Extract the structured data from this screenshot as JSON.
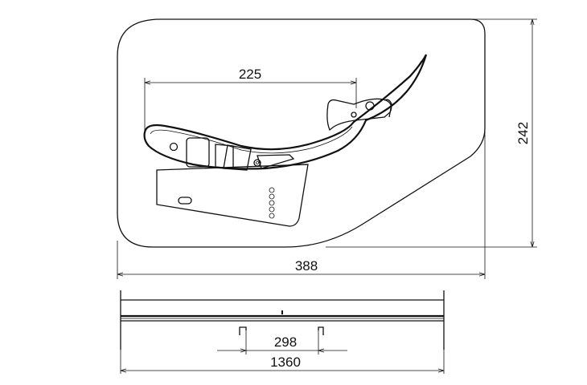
{
  "drawing": {
    "colors": {
      "line": "#111111",
      "background": "#ffffff"
    },
    "dimensions": {
      "width_top": "388",
      "height_right": "242",
      "inner_span": "225",
      "side_total": "1360",
      "side_inner": "298"
    }
  }
}
